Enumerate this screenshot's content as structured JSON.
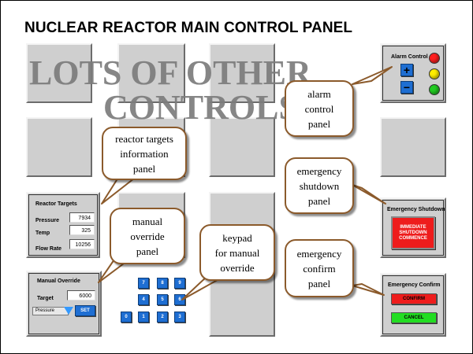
{
  "title": "NUCLEAR REACTOR MAIN CONTROL PANEL",
  "overlay": {
    "line1": "LOTS OF OTHER",
    "line2": "CONTROLS"
  },
  "reactor_targets": {
    "title": "Reactor Targets",
    "pressure_label": "Pressure",
    "pressure_value": "7934",
    "temp_label": "Temp",
    "temp_value": "325",
    "flow_label": "Flow Rate",
    "flow_value": "10256"
  },
  "manual_override": {
    "title": "Manual Override",
    "target_label": "Target",
    "target_value": "6000",
    "select_value": "Pressure",
    "set_label": "SET"
  },
  "keypad": {
    "keys": [
      "7",
      "8",
      "9",
      "4",
      "5",
      "6",
      "1",
      "2",
      "3"
    ],
    "zero": "0"
  },
  "alarm_control": {
    "title": "Alarm Control",
    "plus": "+",
    "minus": "−"
  },
  "emergency_shutdown": {
    "title": "Emergency Shutdown",
    "button": "IMMEDIATE\nSHUTDOWN\nCOMMENCE"
  },
  "emergency_confirm": {
    "title": "Emergency Confirm",
    "confirm": "CONFIRM",
    "cancel": "CANCEL"
  },
  "callouts": {
    "alarm": "alarm\ncontrol\npanel",
    "reactor": "reactor targets\ninformation\npanel",
    "shutdown": "emergency\nshutdown\npanel",
    "override": "manual\noverride\npanel",
    "keypad": "keypad\nfor manual\noverride",
    "confirm": "emergency\nconfirm\npanel"
  },
  "colors": {
    "tile": "#cfcfcf",
    "key_blue": "#1e6ed2",
    "shutdown_red": "#ee1c1c",
    "confirm_red": "#ee1c1c",
    "cancel_green": "#22dd22",
    "lamp_red": "#ff2020",
    "lamp_yellow": "#ffee00",
    "lamp_green": "#22cc22",
    "bubble_border": "#8b5a2b"
  }
}
